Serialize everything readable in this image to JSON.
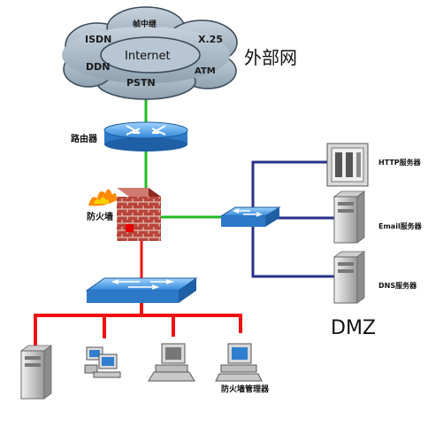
{
  "cloud": {
    "labels": {
      "isdn": "ISDN",
      "frame_relay": "帧中继",
      "x25": "X.25",
      "internet": "Internet",
      "ddn": "DDN",
      "atm": "ATM",
      "pstn": "PSTN"
    },
    "title": "外部网"
  },
  "router": {
    "label": "路由器"
  },
  "firewall": {
    "label": "防火墙"
  },
  "dmz": {
    "title": "DMZ",
    "http_label": "HTTP服务器",
    "email_label": "Email服务器",
    "dns_label": "DNS服务器"
  },
  "internal": {
    "fw_manager_label": "防火墙管理器"
  },
  "colors": {
    "external_link": "#22bb22",
    "dmz_link": "#22bb22",
    "dmz_server_link": "#27318a",
    "internal_link": "#ee1111",
    "cloud_fill": "#a9b8c4",
    "device_blue": "#2d79c8"
  }
}
